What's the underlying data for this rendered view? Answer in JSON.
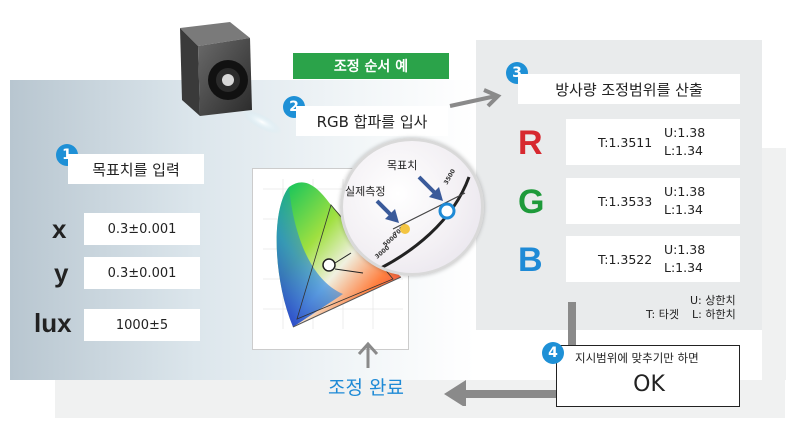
{
  "header_tag": "조정 순서 예",
  "steps": {
    "step1": {
      "number": "1",
      "label": "목표치를 입력"
    },
    "step2": {
      "number": "2",
      "label": "RGB 합파를 입사"
    },
    "step3": {
      "number": "3",
      "label": "방사량 조정범위를 산출"
    },
    "step4": {
      "number": "4",
      "label": "지시범위에 맞추기만 하면",
      "result": "OK"
    }
  },
  "targets": [
    {
      "name": "x",
      "value": "0.3±0.001"
    },
    {
      "name": "y",
      "value": "0.3±0.001"
    },
    {
      "name": "lux",
      "value": "1000±5"
    }
  ],
  "channels": [
    {
      "letter": "R",
      "color": "#d7282f",
      "target": "T:1.3511",
      "upper": "U:1.38",
      "lower": "L:1.34"
    },
    {
      "letter": "G",
      "color": "#1e9a3a",
      "target": "T:1.3533",
      "upper": "U:1.38",
      "lower": "L:1.34"
    },
    {
      "letter": "B",
      "color": "#1e8ad6",
      "target": "T:1.3522",
      "upper": "U:1.38",
      "lower": "L:1.34"
    }
  ],
  "legend": {
    "upper": "U: 상한치",
    "target": "T: 타겟",
    "lower": "L: 하한치"
  },
  "magnifier": {
    "target_label": "목표치",
    "measured_label": "실제측정"
  },
  "completion_label": "조정 완료",
  "colors": {
    "accent_blue": "#1e90d6",
    "tag_green": "#2ba34a",
    "arrow_gray": "#8a8a8a"
  }
}
